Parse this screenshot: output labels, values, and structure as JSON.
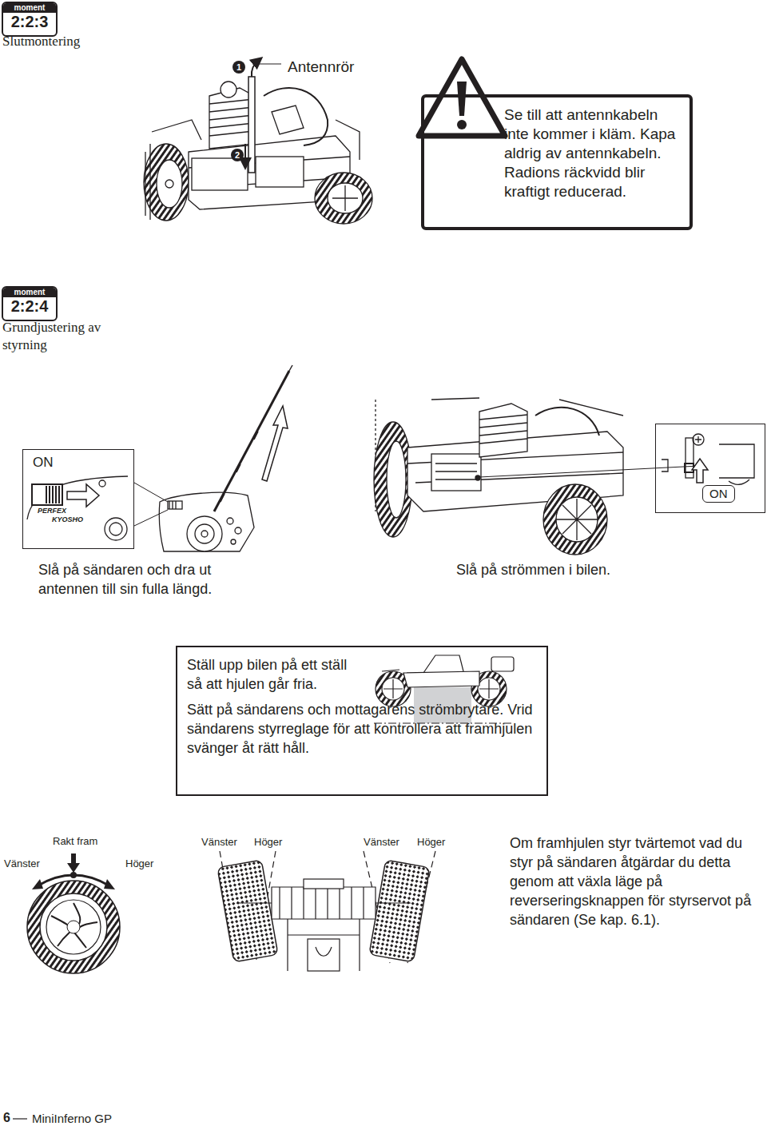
{
  "diagram": {
    "nodes": [
      {
        "text": [
          "moment",
          "2:2:3"
        ]
      },
      {
        "text": [
          "Se till att antennkabeln inte kommer i kläm. Kapa aldrig av antennkabeln. Radions räckvidd blir kraftigt reducerad."
        ]
      },
      {
        "text": [
          "moment",
          "2:2:4"
        ]
      },
      {
        "text": [
          "ON"
        ]
      },
      {
        "text": [
          "ON"
        ]
      },
      {
        "text": [
          "Ställ upp bilen på ett ställ så att hjulen går fria.",
          "Sätt på sändarens och mottagarens strömbrytare. Vrid sändarens styrreglage för att kontrollera att framhjulen svänger åt rätt håll."
        ]
      }
    ],
    "labels": [
      "Slutmontering",
      "1",
      "Antennrör",
      "2",
      "Grundjustering av styrning",
      "PERFEX",
      "KYOSHO",
      "Slå på sändaren och dra ut antennen till sin fulla längd.",
      "Slå på strömmen i bilen.",
      "Rakt fram",
      "Vänster",
      "Höger",
      "Vänster",
      "Höger",
      "Vänster",
      "Höger",
      "Om framhjulen styr tvärtemot vad du styr på sändaren åtgärdar du detta genom att växla läge på reverseringsknappen för styrservot på sändaren (Se kap. 6.1).",
      "6",
      "MiniInferno GP"
    ]
  }
}
